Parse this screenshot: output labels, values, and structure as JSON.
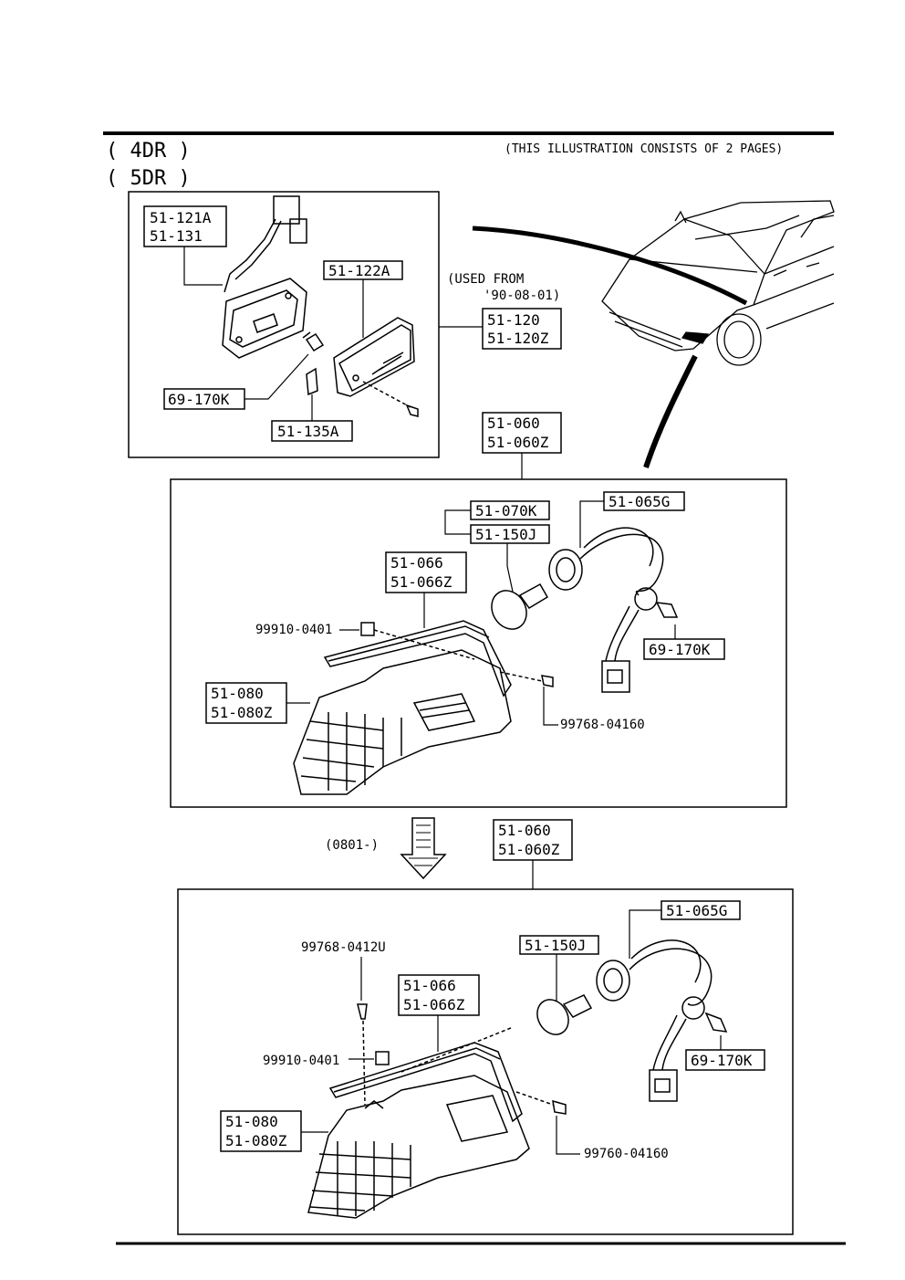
{
  "header": {
    "body_4dr": "( 4DR )",
    "body_5dr": "( 5DR )",
    "note": "(THIS ILLUSTRATION CONSISTS OF  2 PAGES)"
  },
  "box_side_marker": {
    "used_from_line1": "(USED FROM",
    "used_from_line2": "'90-08-01)",
    "labels": {
      "lamp_assy": [
        "51-120",
        "51-120Z"
      ],
      "socket": [
        "51-121A",
        "51-131"
      ],
      "lens": [
        "51-122A"
      ],
      "bulb": [
        "69-170K"
      ],
      "pad": [
        "51-135A"
      ]
    }
  },
  "box_combination_upper": {
    "assy": [
      "51-060",
      "51-060Z"
    ],
    "bulb_group": [
      "51-070K",
      "51-150J"
    ],
    "socket": [
      "51-065G"
    ],
    "gasket": [
      "51-066",
      "51-066Z"
    ],
    "clip": "99910-0401",
    "housing": [
      "51-080",
      "51-080Z"
    ],
    "screw": "99768-04160",
    "side_bulb": [
      "69-170K"
    ]
  },
  "change_note": "(0801-)",
  "box_combination_lower": {
    "assy": [
      "51-060",
      "51-060Z"
    ],
    "socket": [
      "51-065G"
    ],
    "bulb": [
      "51-150J"
    ],
    "screw_top": "99768-0412U",
    "gasket": [
      "51-066",
      "51-066Z"
    ],
    "clip": "99910-0401",
    "side_bulb": [
      "69-170K"
    ],
    "housing": [
      "51-080",
      "51-080Z"
    ],
    "screw": "99760-04160"
  }
}
